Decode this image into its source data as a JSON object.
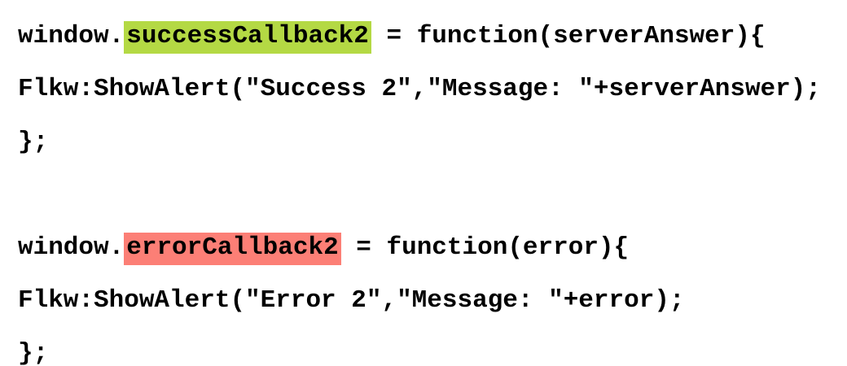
{
  "document": {
    "type": "code-snippet",
    "language": "javascript",
    "background_color": "#ffffff",
    "text_color": "#000000"
  },
  "highlights": {
    "success_color": "#b4d944",
    "error_color": "#fc7f76"
  },
  "code": {
    "success_block": {
      "line1": {
        "prefix": "window.",
        "highlight": "successCallback2",
        "suffix": " = function(serverAnswer){"
      },
      "line2": "Flkw:ShowAlert(\"Success 2\",\"Message: \"+serverAnswer);",
      "line3": "};"
    },
    "blank_line": " ",
    "error_block": {
      "line1": {
        "prefix": "window.",
        "highlight": "errorCallback2",
        "suffix": " = function(error){"
      },
      "line2": "Flkw:ShowAlert(\"Error 2\",\"Message: \"+error);",
      "line3": "};"
    }
  }
}
